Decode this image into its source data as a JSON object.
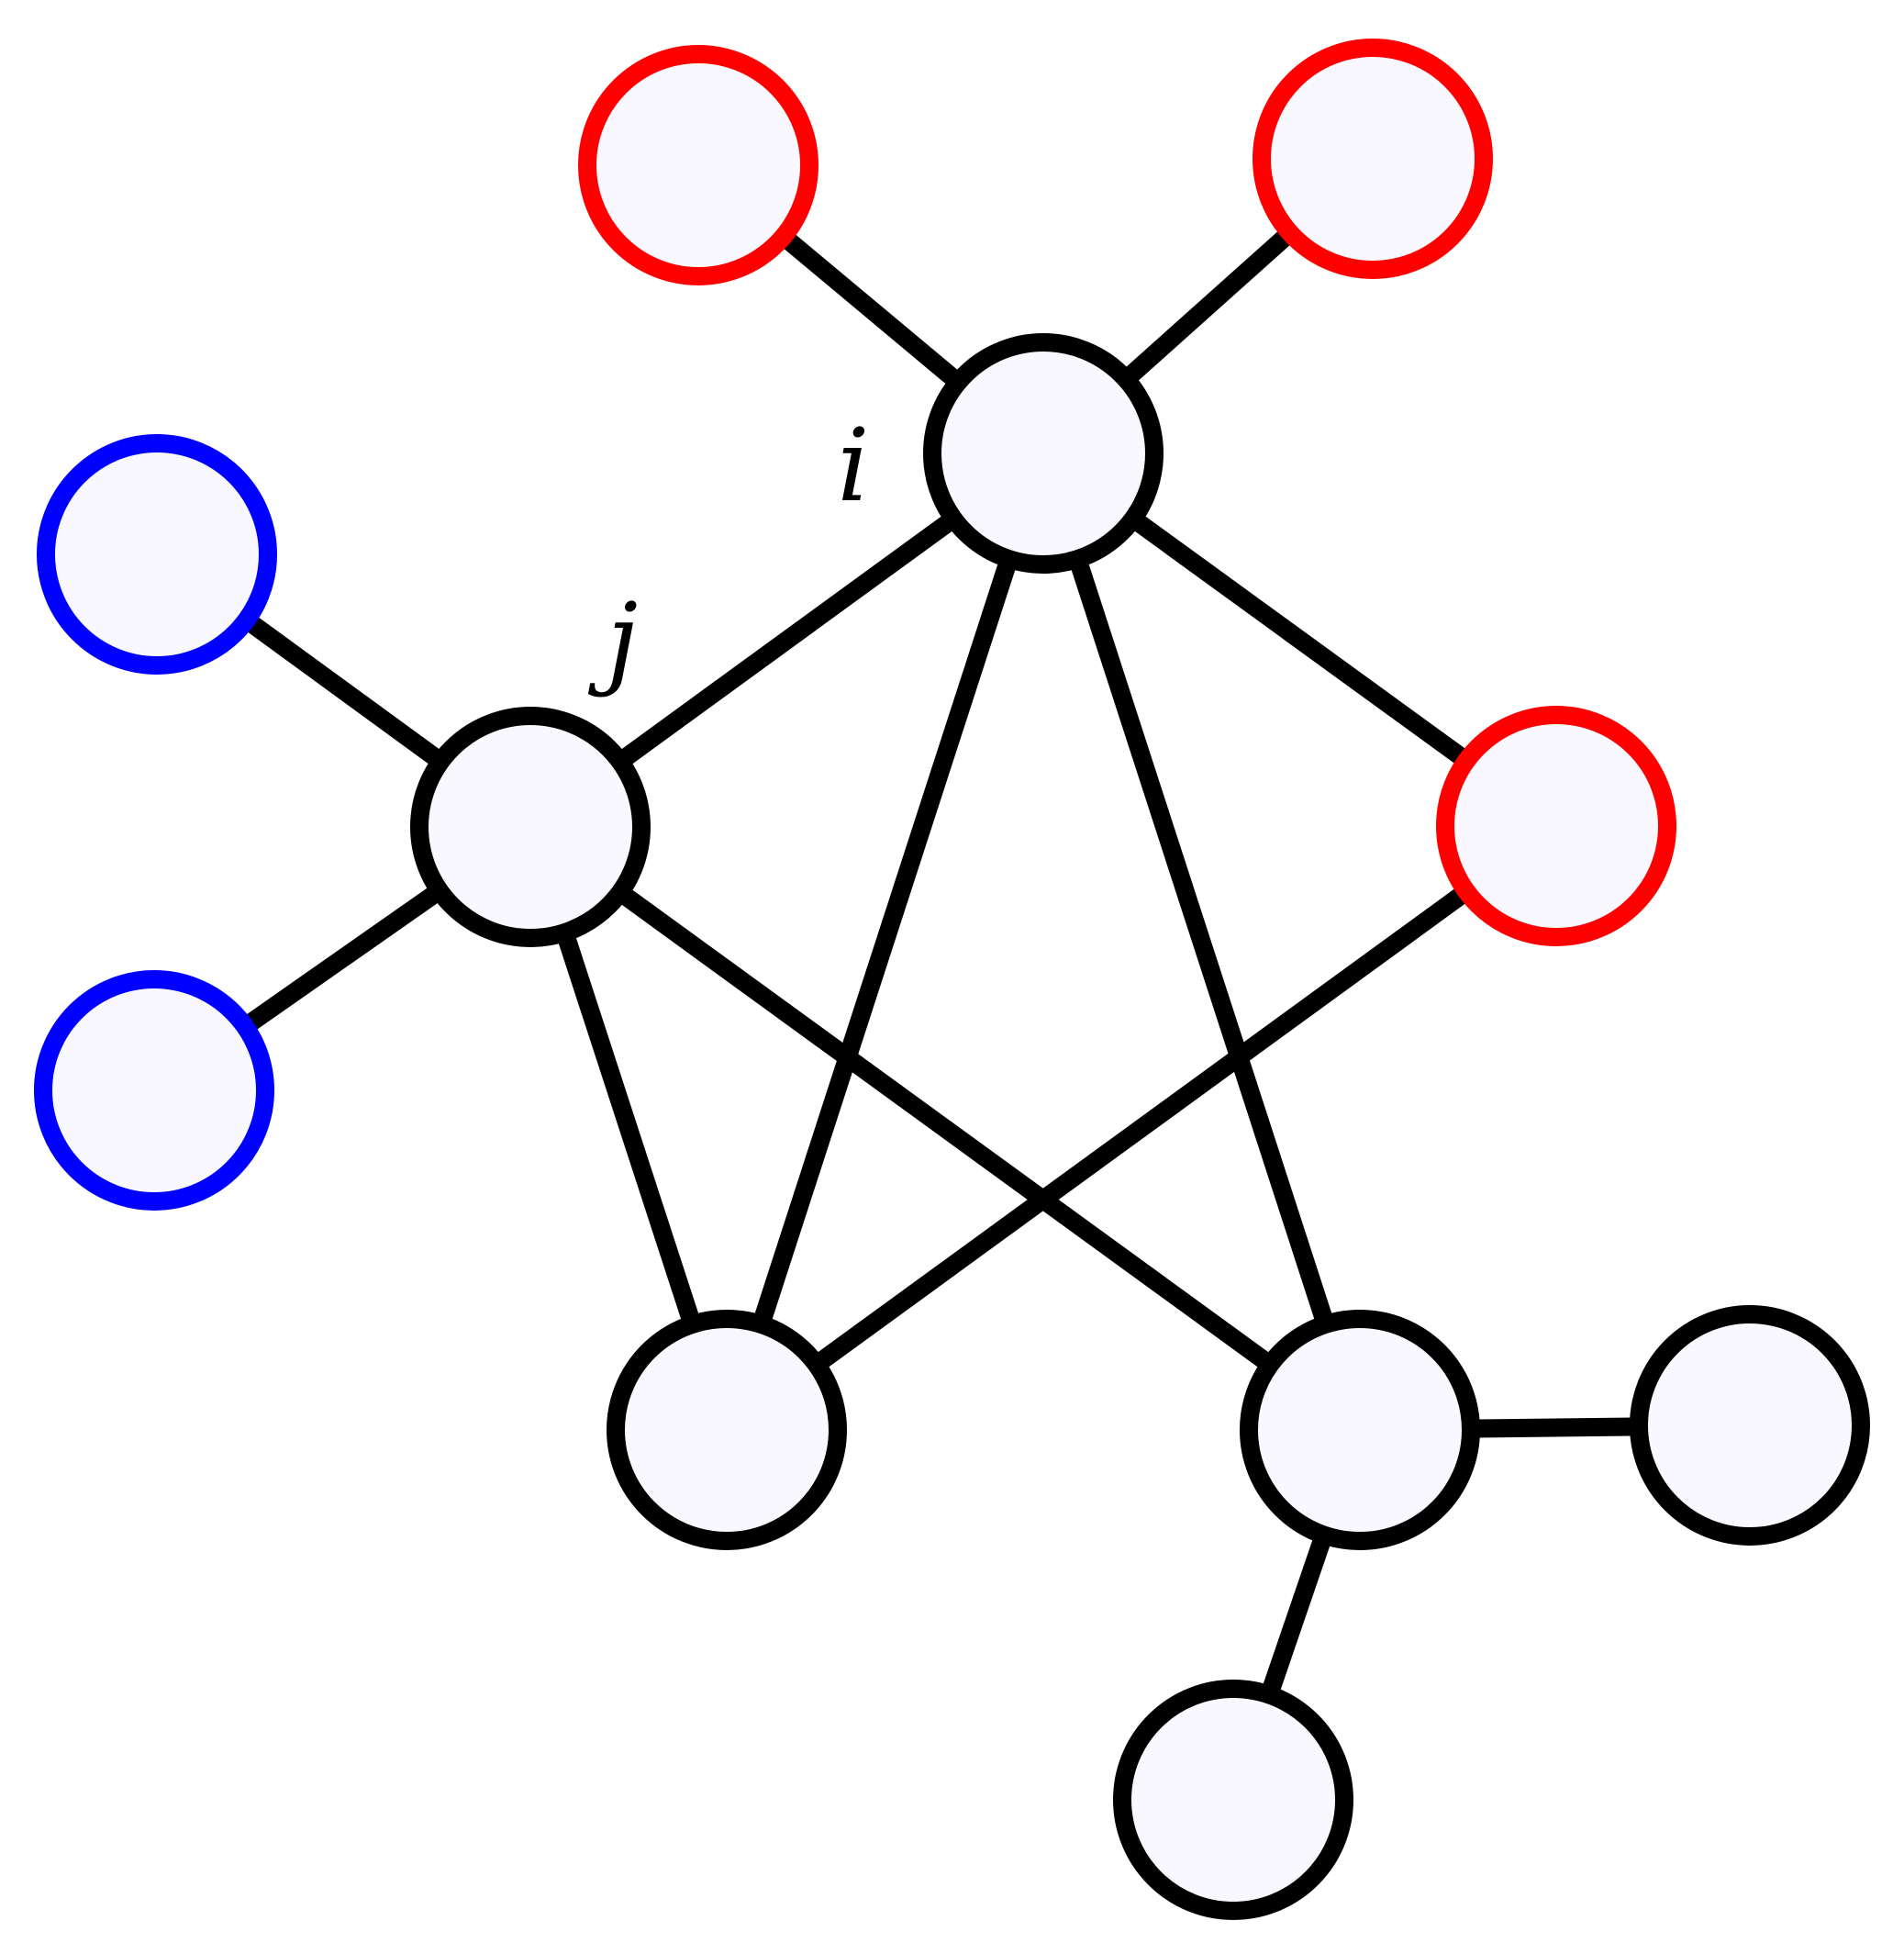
{
  "colors": {
    "edge": "#000000",
    "node_fill": "#f8f8fe",
    "default_border": "#000000",
    "red_border": "#ff0000",
    "blue_border": "#0000ff",
    "label": "#000000"
  },
  "labels": {
    "i": "i",
    "j": "j"
  },
  "nodes": [
    {
      "id": "i",
      "group": "black",
      "label": "i"
    },
    {
      "id": "j",
      "group": "black",
      "label": "j"
    },
    {
      "id": "bottom-left-center",
      "group": "black"
    },
    {
      "id": "bottom-right-center",
      "group": "black"
    },
    {
      "id": "right-leaf",
      "group": "black"
    },
    {
      "id": "bottom-leaf",
      "group": "black"
    },
    {
      "id": "top-red-left",
      "group": "red"
    },
    {
      "id": "top-red-right",
      "group": "red"
    },
    {
      "id": "right-red",
      "group": "red"
    },
    {
      "id": "top-blue",
      "group": "blue"
    },
    {
      "id": "bottom-blue",
      "group": "blue"
    }
  ],
  "edges": [
    [
      "i",
      "top-red-left"
    ],
    [
      "i",
      "top-red-right"
    ],
    [
      "i",
      "j"
    ],
    [
      "i",
      "right-red"
    ],
    [
      "i",
      "bottom-left-center"
    ],
    [
      "i",
      "bottom-right-center"
    ],
    [
      "j",
      "top-blue"
    ],
    [
      "j",
      "bottom-blue"
    ],
    [
      "j",
      "bottom-left-center"
    ],
    [
      "j",
      "bottom-right-center"
    ],
    [
      "right-red",
      "bottom-left-center"
    ],
    [
      "bottom-right-center",
      "right-leaf"
    ],
    [
      "bottom-right-center",
      "bottom-leaf"
    ]
  ]
}
